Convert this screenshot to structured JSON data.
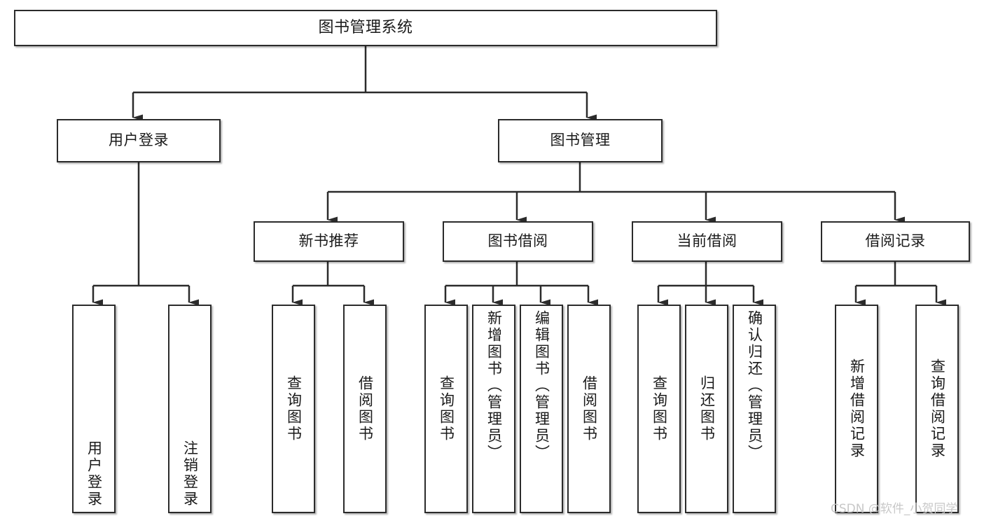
{
  "diagram": {
    "title": "图书管理系统",
    "type": "functional-structure-tree",
    "root": {
      "id": "root",
      "label": "图书管理系统"
    },
    "level2": [
      {
        "id": "user-login",
        "label": "用户登录"
      },
      {
        "id": "book-manage",
        "label": "图书管理"
      }
    ],
    "level3": [
      {
        "id": "new-book-rec",
        "label": "新书推荐",
        "parent": "book-manage"
      },
      {
        "id": "book-borrow",
        "label": "图书借阅",
        "parent": "book-manage"
      },
      {
        "id": "current-borrow",
        "label": "当前借阅",
        "parent": "book-manage"
      },
      {
        "id": "borrow-record",
        "label": "借阅记录",
        "parent": "book-manage"
      }
    ],
    "leaves": [
      {
        "id": "leaf-user-login",
        "label": "用户登录",
        "parent": "user-login"
      },
      {
        "id": "leaf-logout",
        "label": "注销登录",
        "parent": "user-login"
      },
      {
        "id": "leaf-rec-query",
        "label": "查询图书",
        "parent": "new-book-rec"
      },
      {
        "id": "leaf-rec-borrow",
        "label": "借阅图书",
        "parent": "new-book-rec"
      },
      {
        "id": "leaf-borrow-query",
        "label": "查询图书",
        "parent": "book-borrow"
      },
      {
        "id": "leaf-borrow-add",
        "label": "新增图书（管理员）",
        "parent": "book-borrow"
      },
      {
        "id": "leaf-borrow-edit",
        "label": "编辑图书（管理员）",
        "parent": "book-borrow"
      },
      {
        "id": "leaf-borrow-lend",
        "label": "借阅图书",
        "parent": "book-borrow"
      },
      {
        "id": "leaf-cur-query",
        "label": "查询图书",
        "parent": "current-borrow"
      },
      {
        "id": "leaf-cur-return",
        "label": "归还图书",
        "parent": "current-borrow"
      },
      {
        "id": "leaf-cur-confirm",
        "label": "确认归还（管理员）",
        "parent": "current-borrow"
      },
      {
        "id": "leaf-rec-add",
        "label": "新增借阅记录",
        "parent": "borrow-record"
      },
      {
        "id": "leaf-rec-query2",
        "label": "查询借阅记录",
        "parent": "borrow-record"
      }
    ]
  },
  "watermark": {
    "text": "CSDN @软件_小贺同学"
  },
  "colors": {
    "box_border": "#2b2b2b",
    "box_fill": "#ffffff",
    "text": "#1a1a1a",
    "connector": "#2b2b2b",
    "watermark": "#c8c8c8",
    "background": "#ffffff"
  }
}
